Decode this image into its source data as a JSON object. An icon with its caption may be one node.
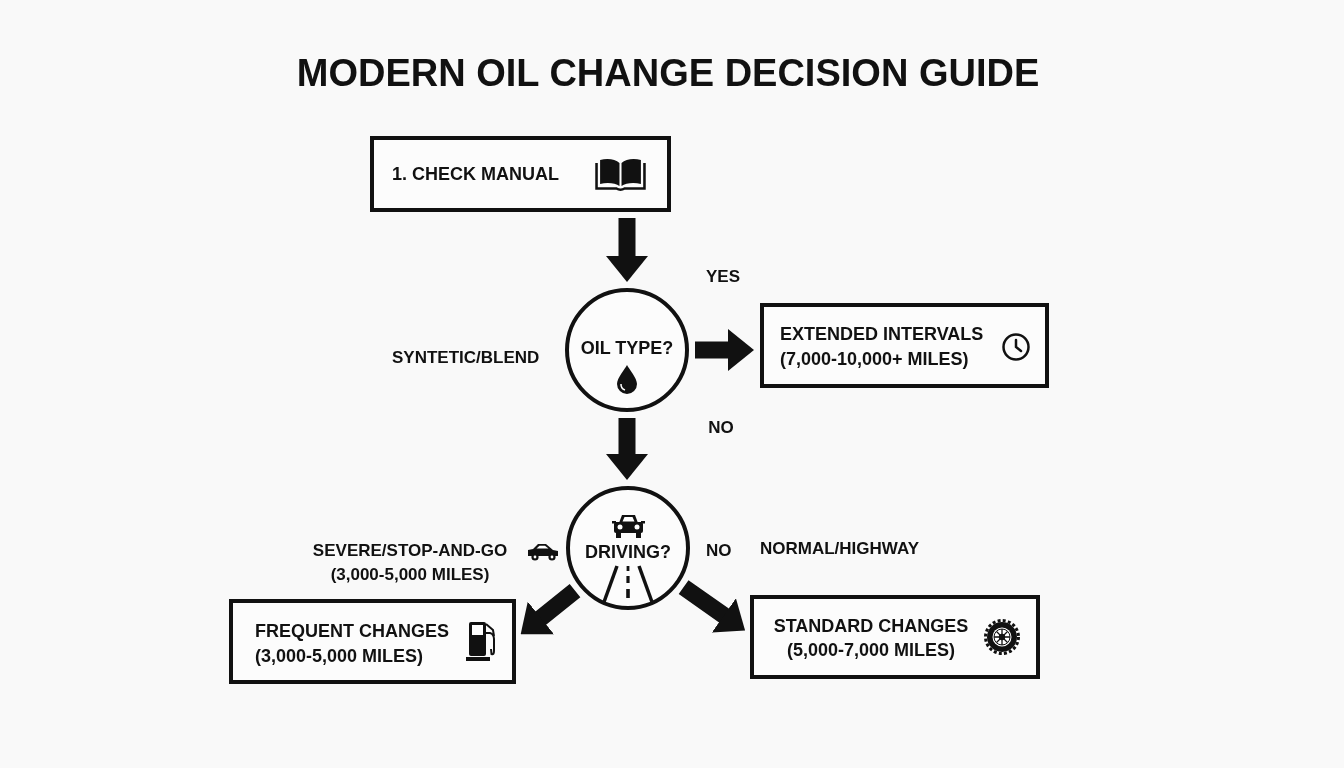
{
  "diagram": {
    "title": "MODERN OIL CHANGE DECISION GUIDE",
    "nodes": [
      {
        "text": [
          "1. CHECK MANUAL"
        ]
      },
      {
        "text": [
          "OIL TYPE?"
        ]
      },
      {
        "text": [
          "EXTENDED INTERVALS",
          "(7,000-10,000+ MILES)"
        ]
      },
      {
        "text": [
          "DRIVING?"
        ]
      },
      {
        "text": [
          "FREQUENT CHANGES",
          "(3,000-5,000 MILES)"
        ]
      },
      {
        "text": [
          "STANDARD CHANGES",
          "(5,000-7,000 MILES)"
        ]
      }
    ],
    "edges": [
      {
        "from": 0,
        "to": 1,
        "arrow": "to"
      },
      {
        "from": 1,
        "to": 2,
        "arrow": "to"
      },
      {
        "from": 1,
        "to": 3,
        "arrow": "to"
      },
      {
        "from": 3,
        "to": 4,
        "arrow": "to"
      },
      {
        "from": 3,
        "to": 5,
        "arrow": "to"
      }
    ],
    "labels": [
      "YES",
      "SYNTETIC/BLEND",
      "NO",
      "SEVERE/STOP-AND-GO",
      "NO",
      "NORMAL/HIGHWAY",
      "(3,000-5,000 MILES)"
    ]
  }
}
